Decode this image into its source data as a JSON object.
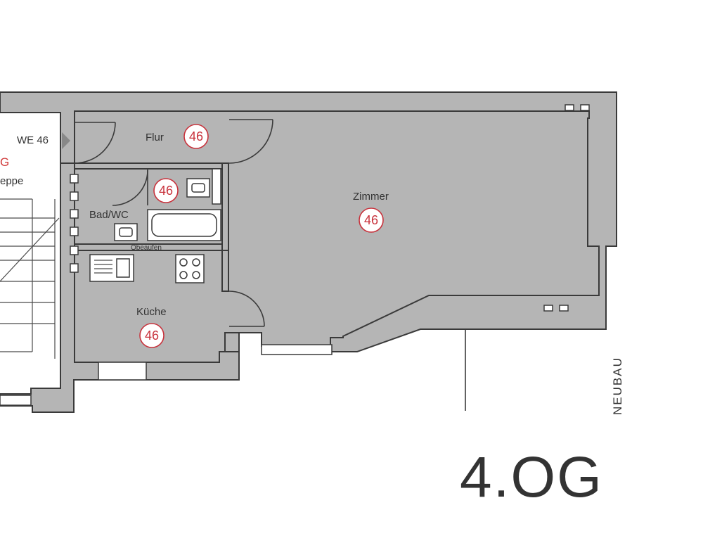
{
  "unit_number": "WE 46",
  "stair_label": "eppe",
  "stair_label_prefix": "G",
  "rooms": {
    "flur": {
      "name": "Flur",
      "number": "46"
    },
    "bad": {
      "name": "Bad/WC",
      "number": "46"
    },
    "zimmer": {
      "name": "Zimmer",
      "number": "46"
    },
    "kueche": {
      "name": "Küche",
      "number": "46"
    }
  },
  "fixture_label": "Obeaufen",
  "neubau": "NEUBAU",
  "floor_label": "4.OG",
  "colors": {
    "wall": "#b5b5b5",
    "room_number": "#c8323c"
  }
}
